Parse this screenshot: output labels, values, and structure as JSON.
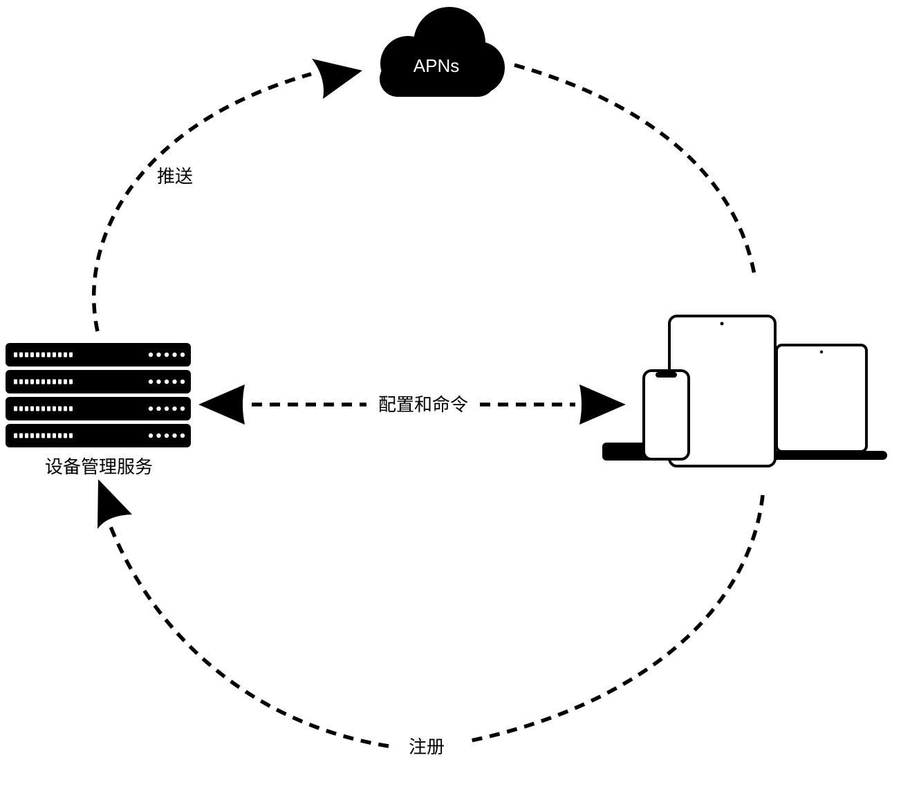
{
  "diagram": {
    "type": "architecture-cycle",
    "colors": {
      "foreground": "#000000",
      "background": "#ffffff",
      "cloud_fill": "#000000",
      "cloud_text": "#ffffff"
    },
    "nodes": {
      "apns": {
        "label": "APNs",
        "icon": "cloud-icon"
      },
      "server": {
        "label": "设备管理服务",
        "icon": "server-rack-icon"
      },
      "devices": {
        "icons": [
          "iphone-icon",
          "ipad-icon",
          "macbook-icon",
          "apple-tv-icon"
        ]
      }
    },
    "edges": {
      "push": {
        "label": "推送",
        "from": "server",
        "to": "apns",
        "style": "dashed-arrow"
      },
      "apns_to_devices": {
        "label": "",
        "from": "apns",
        "to": "devices",
        "style": "dashed"
      },
      "config_and_commands": {
        "label": "配置和命令",
        "from": "devices",
        "to": "server",
        "style": "dashed-arrow",
        "bidirectional": true
      },
      "enroll": {
        "label": "注册",
        "from": "devices",
        "to": "server",
        "style": "dashed-arrow"
      }
    }
  }
}
